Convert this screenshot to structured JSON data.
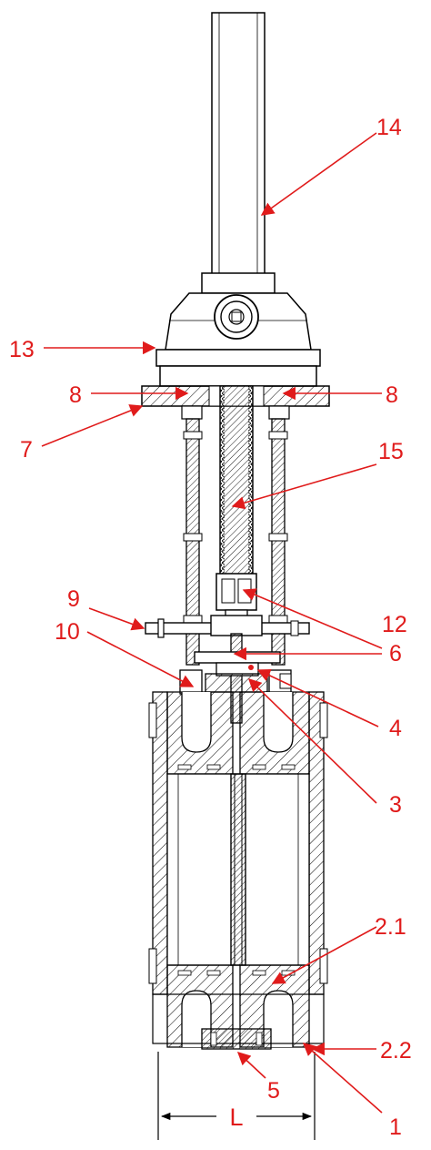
{
  "colors": {
    "leader": "#e01b1b",
    "label": "#e01b1b",
    "outline": "#000000",
    "background": "#ffffff"
  },
  "callouts": {
    "c14": "14",
    "c13": "13",
    "c7": "7",
    "c15": "15",
    "c8_left": "8",
    "c8_right": "8",
    "c9": "9",
    "c12": "12",
    "c10": "10",
    "c6": "6",
    "c4": "4",
    "c3": "3",
    "c2_1": "2.1",
    "c2_2": "2.2",
    "c5": "5",
    "c1": "1"
  },
  "dimension": {
    "label": "L"
  }
}
